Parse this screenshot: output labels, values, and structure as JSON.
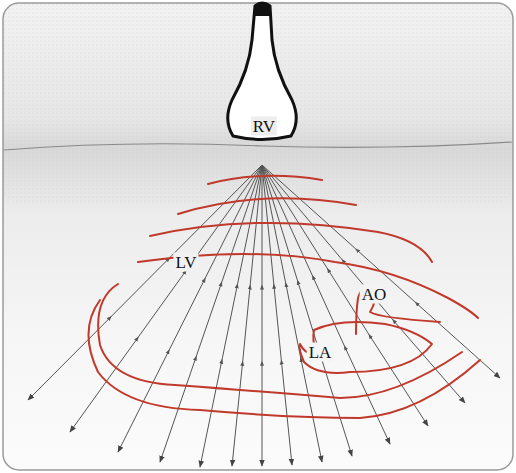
{
  "diagram": {
    "labels": [
      "RV",
      "LV",
      "AO",
      "LA"
    ]
  }
}
